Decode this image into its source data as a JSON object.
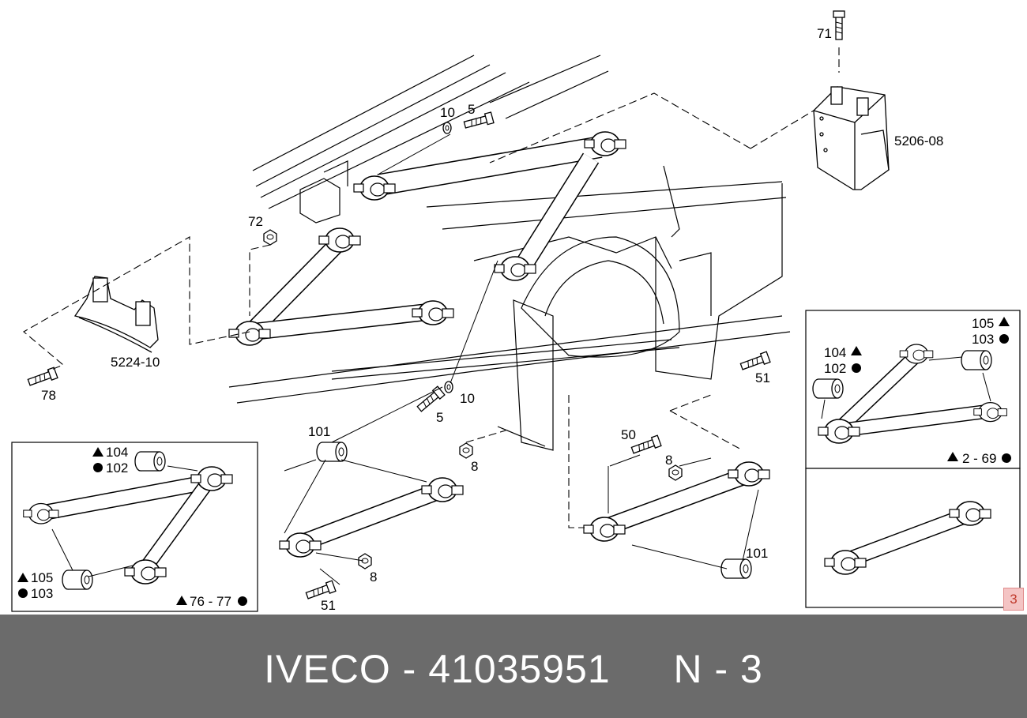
{
  "labels": {
    "l71": "71",
    "l10a": "10",
    "l5a": "5",
    "l5206": "5206-08",
    "l72": "72",
    "l5224": "5224-10",
    "l78": "78",
    "l10b": "10",
    "l5b": "5",
    "l8a": "8",
    "l51a": "51",
    "l50": "50",
    "l8b": "8",
    "l101a": "101",
    "l8c": "8",
    "l51b": "51",
    "l101b": "101",
    "inset_left": {
      "a104": "104",
      "c102": "102",
      "a105": "105",
      "c103": "103",
      "range": "76 - 77"
    },
    "inset_right": {
      "a105": "105",
      "c103": "103",
      "a104": "104",
      "c102": "102",
      "range": "2 - 69"
    }
  },
  "footer": {
    "brand": "IVECO",
    "sep": "-",
    "part_number": "41035951",
    "page": "N - 3"
  },
  "page_badge": "3"
}
